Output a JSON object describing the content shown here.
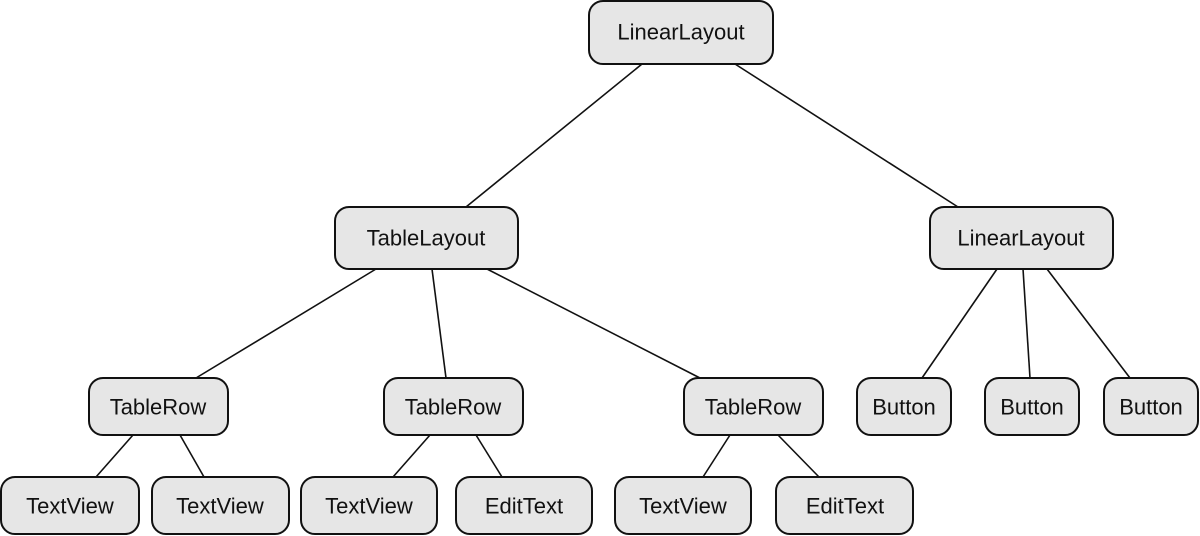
{
  "nodes": {
    "root": "LinearLayout",
    "table_layout": "TableLayout",
    "button_layout": "LinearLayout",
    "row_1": "TableRow",
    "row_2": "TableRow",
    "row_3": "TableRow",
    "button_1": "Button",
    "button_2": "Button",
    "button_3": "Button",
    "row_1_child_1": "TextView",
    "row_1_child_2": "TextView",
    "row_2_child_1": "TextView",
    "row_2_child_2": "EditText",
    "row_3_child_1": "TextView",
    "row_3_child_2": "EditText"
  },
  "edges": [
    [
      "root",
      "table_layout"
    ],
    [
      "root",
      "button_layout"
    ],
    [
      "table_layout",
      "row_1"
    ],
    [
      "table_layout",
      "row_2"
    ],
    [
      "table_layout",
      "row_3"
    ],
    [
      "button_layout",
      "button_1"
    ],
    [
      "button_layout",
      "button_2"
    ],
    [
      "button_layout",
      "button_3"
    ],
    [
      "row_1",
      "row_1_child_1"
    ],
    [
      "row_1",
      "row_1_child_2"
    ],
    [
      "row_2",
      "row_2_child_1"
    ],
    [
      "row_2",
      "row_2_child_2"
    ],
    [
      "row_3",
      "row_3_child_1"
    ],
    [
      "row_3",
      "row_3_child_2"
    ]
  ],
  "colors": {
    "node_fill": "#e6e6e6",
    "node_stroke": "#111111",
    "edge": "#111111",
    "background": "#ffffff"
  }
}
